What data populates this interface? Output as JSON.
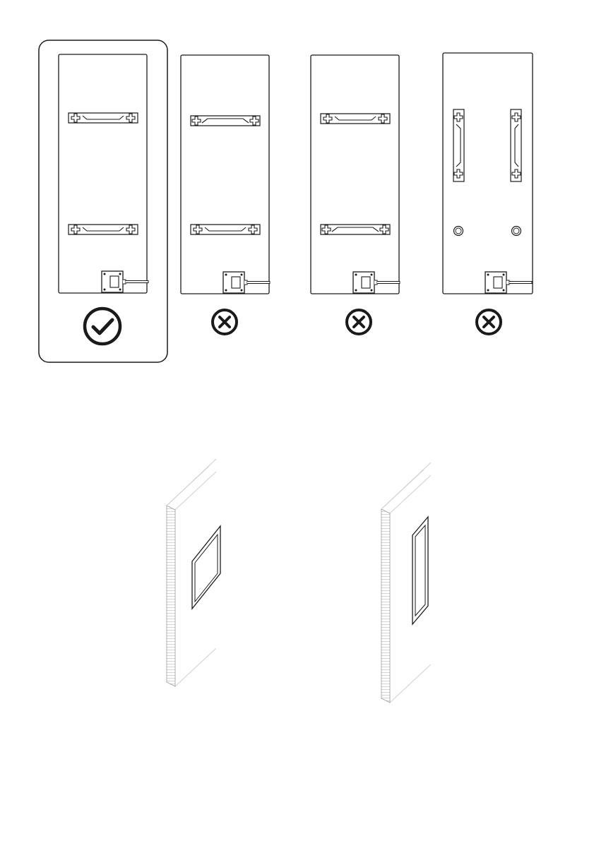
{
  "options": [
    {
      "id": "option-1",
      "orientation": "horizontal",
      "bracket_style": "narrow-slot",
      "cable_side": "right",
      "selected": true,
      "verdict": "correct"
    },
    {
      "id": "option-2",
      "orientation": "horizontal",
      "bracket_style": "wide-slot",
      "cable_side": "right",
      "selected": false,
      "verdict": "incorrect"
    },
    {
      "id": "option-3",
      "orientation": "horizontal",
      "bracket_style": "narrow-slot-flipped",
      "cable_side": "right",
      "selected": false,
      "verdict": "incorrect"
    },
    {
      "id": "option-4",
      "orientation": "vertical-brackets-with-feet",
      "bracket_style": "vertical",
      "cable_side": "right",
      "selected": false,
      "verdict": "incorrect"
    }
  ],
  "icons": {
    "correct": "check-circle-icon",
    "incorrect": "x-circle-icon",
    "screw_hole": "plus-icon"
  },
  "wall_views": [
    {
      "id": "wall-landscape",
      "panel_orientation": "landscape"
    },
    {
      "id": "wall-portrait",
      "panel_orientation": "portrait"
    }
  ],
  "colors": {
    "line": "#1a1a1a",
    "wall_hatch": "#9a9a9a",
    "wall_guides": "#d0d0d0",
    "background": "#ffffff"
  }
}
